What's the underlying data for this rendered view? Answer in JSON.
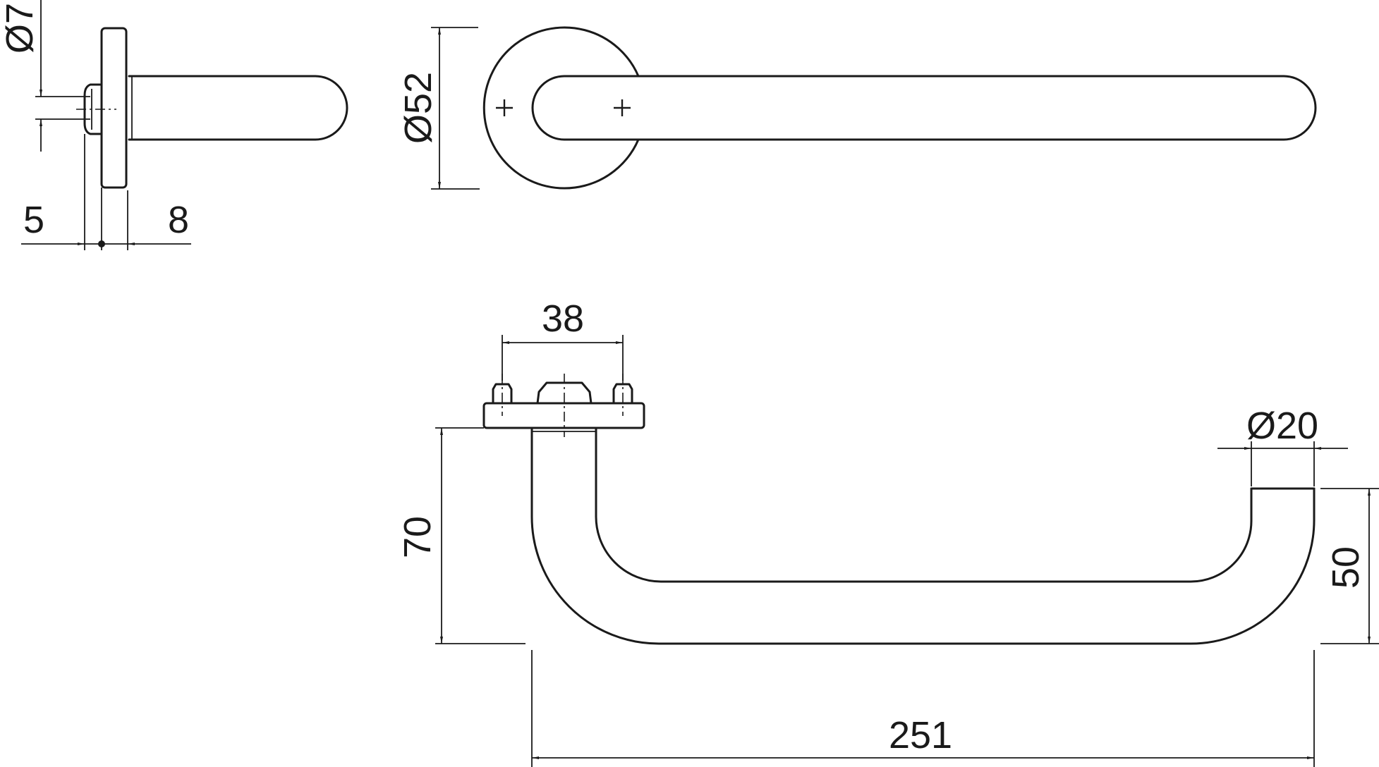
{
  "dimensions": {
    "shaft_diameter": "Ø7",
    "left_offset": "5",
    "right_offset": "8",
    "rose_diameter": "Ø52",
    "fixing_spacing": "38",
    "tube_diameter": "Ø20",
    "projection": "70",
    "end_drop": "50",
    "handle_length": "251"
  }
}
